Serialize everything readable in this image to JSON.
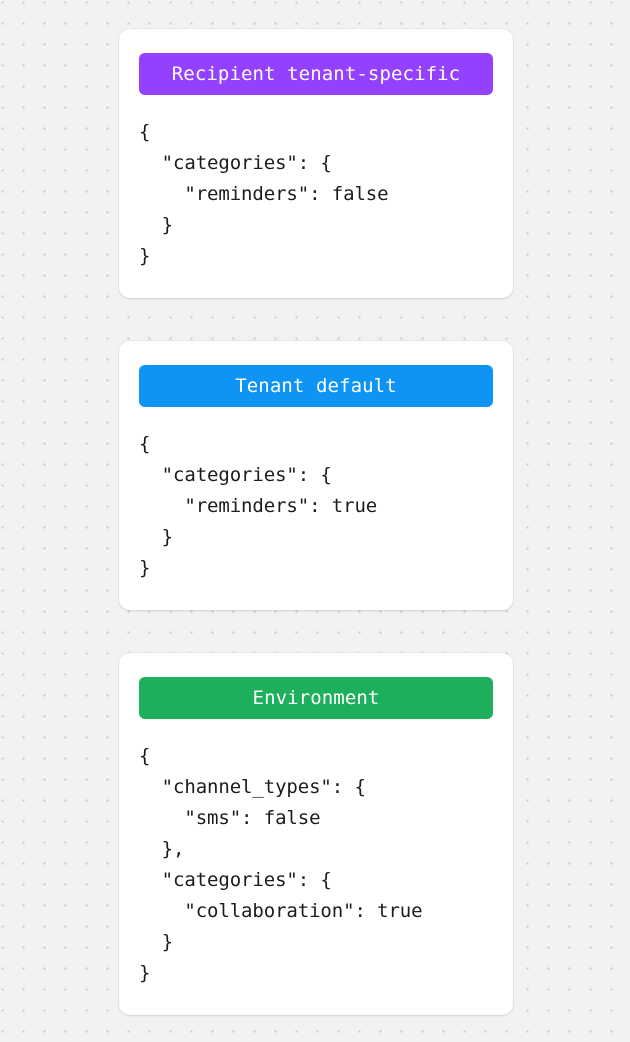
{
  "page": {
    "background_color": "#f2f2f2",
    "dot_color": "#c9c9c9",
    "card_background": "#ffffff"
  },
  "cards": [
    {
      "title": "Recipient tenant-specific",
      "accent_color": "#9340ff",
      "code": "{\n  \"categories\": {\n    \"reminders\": false\n  }\n}"
    },
    {
      "title": "Tenant default",
      "accent_color": "#0d94f5",
      "code": "{\n  \"categories\": {\n    \"reminders\": true\n  }\n}"
    },
    {
      "title": "Environment",
      "accent_color": "#1daf5c",
      "code": "{\n  \"channel_types\": {\n    \"sms\": false\n  },\n  \"categories\": {\n    \"collaboration\": true\n  }\n}"
    }
  ]
}
